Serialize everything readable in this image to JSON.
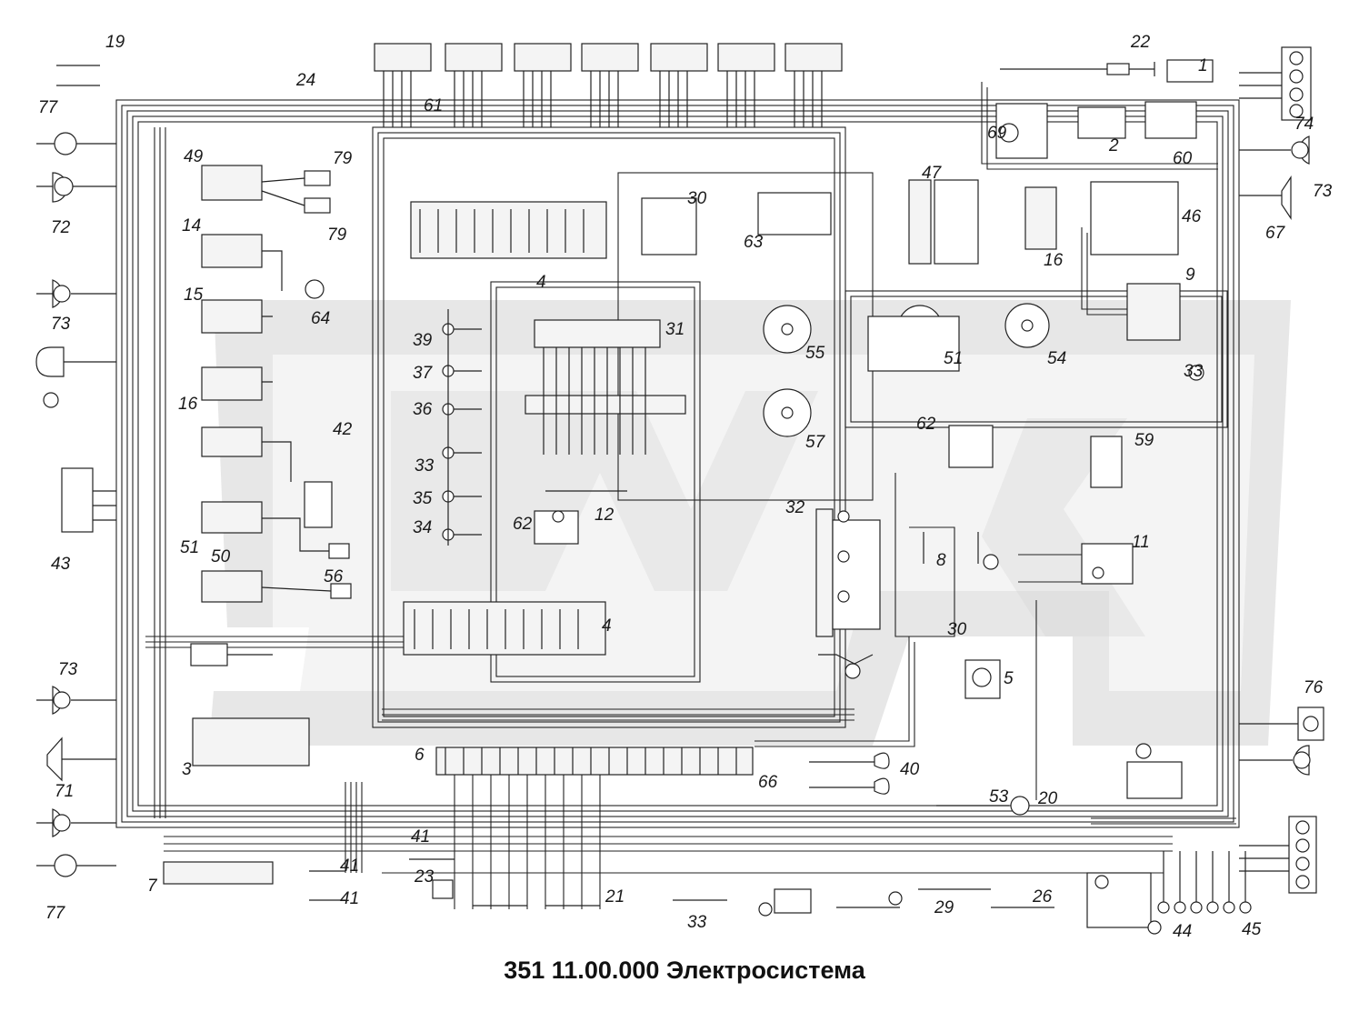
{
  "caption": "351 11.00.000 Электросистема",
  "component_labels": [
    "1",
    "2",
    "3",
    "4",
    "4",
    "5",
    "6",
    "7",
    "8",
    "9",
    "11",
    "12",
    "14",
    "15",
    "16",
    "16",
    "19",
    "20",
    "21",
    "22",
    "23",
    "24",
    "26",
    "29",
    "30",
    "30",
    "31",
    "32",
    "33",
    "33",
    "33",
    "34",
    "35",
    "36",
    "37",
    "39",
    "40",
    "41",
    "41",
    "41",
    "42",
    "43",
    "44",
    "45",
    "46",
    "47",
    "49",
    "50",
    "51",
    "51",
    "53",
    "54",
    "55",
    "56",
    "57",
    "59",
    "60",
    "61",
    "62",
    "62",
    "63",
    "64",
    "66",
    "67",
    "69",
    "71",
    "72",
    "73",
    "73",
    "73",
    "74",
    "76",
    "77",
    "77",
    "79",
    "79"
  ],
  "colors": {
    "ink": "#222222",
    "watermark": "#d4d4d4",
    "background": "#ffffff"
  }
}
